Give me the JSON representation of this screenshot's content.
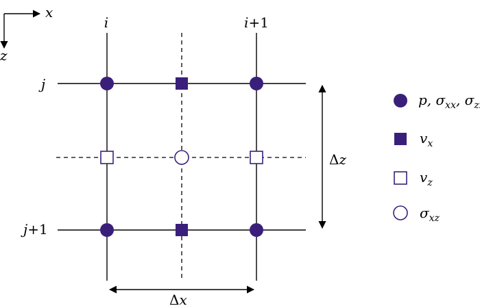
{
  "axes": {
    "x_label": "x",
    "z_label": "z"
  },
  "grid": {
    "col_labels": {
      "i": "i",
      "i1_base": "i",
      "i1_suffix": "+1"
    },
    "row_labels": {
      "j": "j",
      "j1_base": "j",
      "j1_suffix": "+1"
    }
  },
  "dimensions": {
    "dx_symbol": "Δ",
    "dx_var": "x",
    "dz_symbol": "Δ",
    "dz_var": "z"
  },
  "legend": {
    "stress": {
      "base": "p, σ",
      "sub1": "xx",
      "mid": ", σ",
      "sub2": "zz"
    },
    "vx": {
      "base": "v",
      "sub": "x"
    },
    "vz": {
      "base": "v",
      "sub": "z"
    },
    "sxz": {
      "base": "σ",
      "sub": "xz"
    }
  },
  "colors": {
    "marker": "#3a1f7a",
    "line": "#000000",
    "background": "#ffffff"
  }
}
